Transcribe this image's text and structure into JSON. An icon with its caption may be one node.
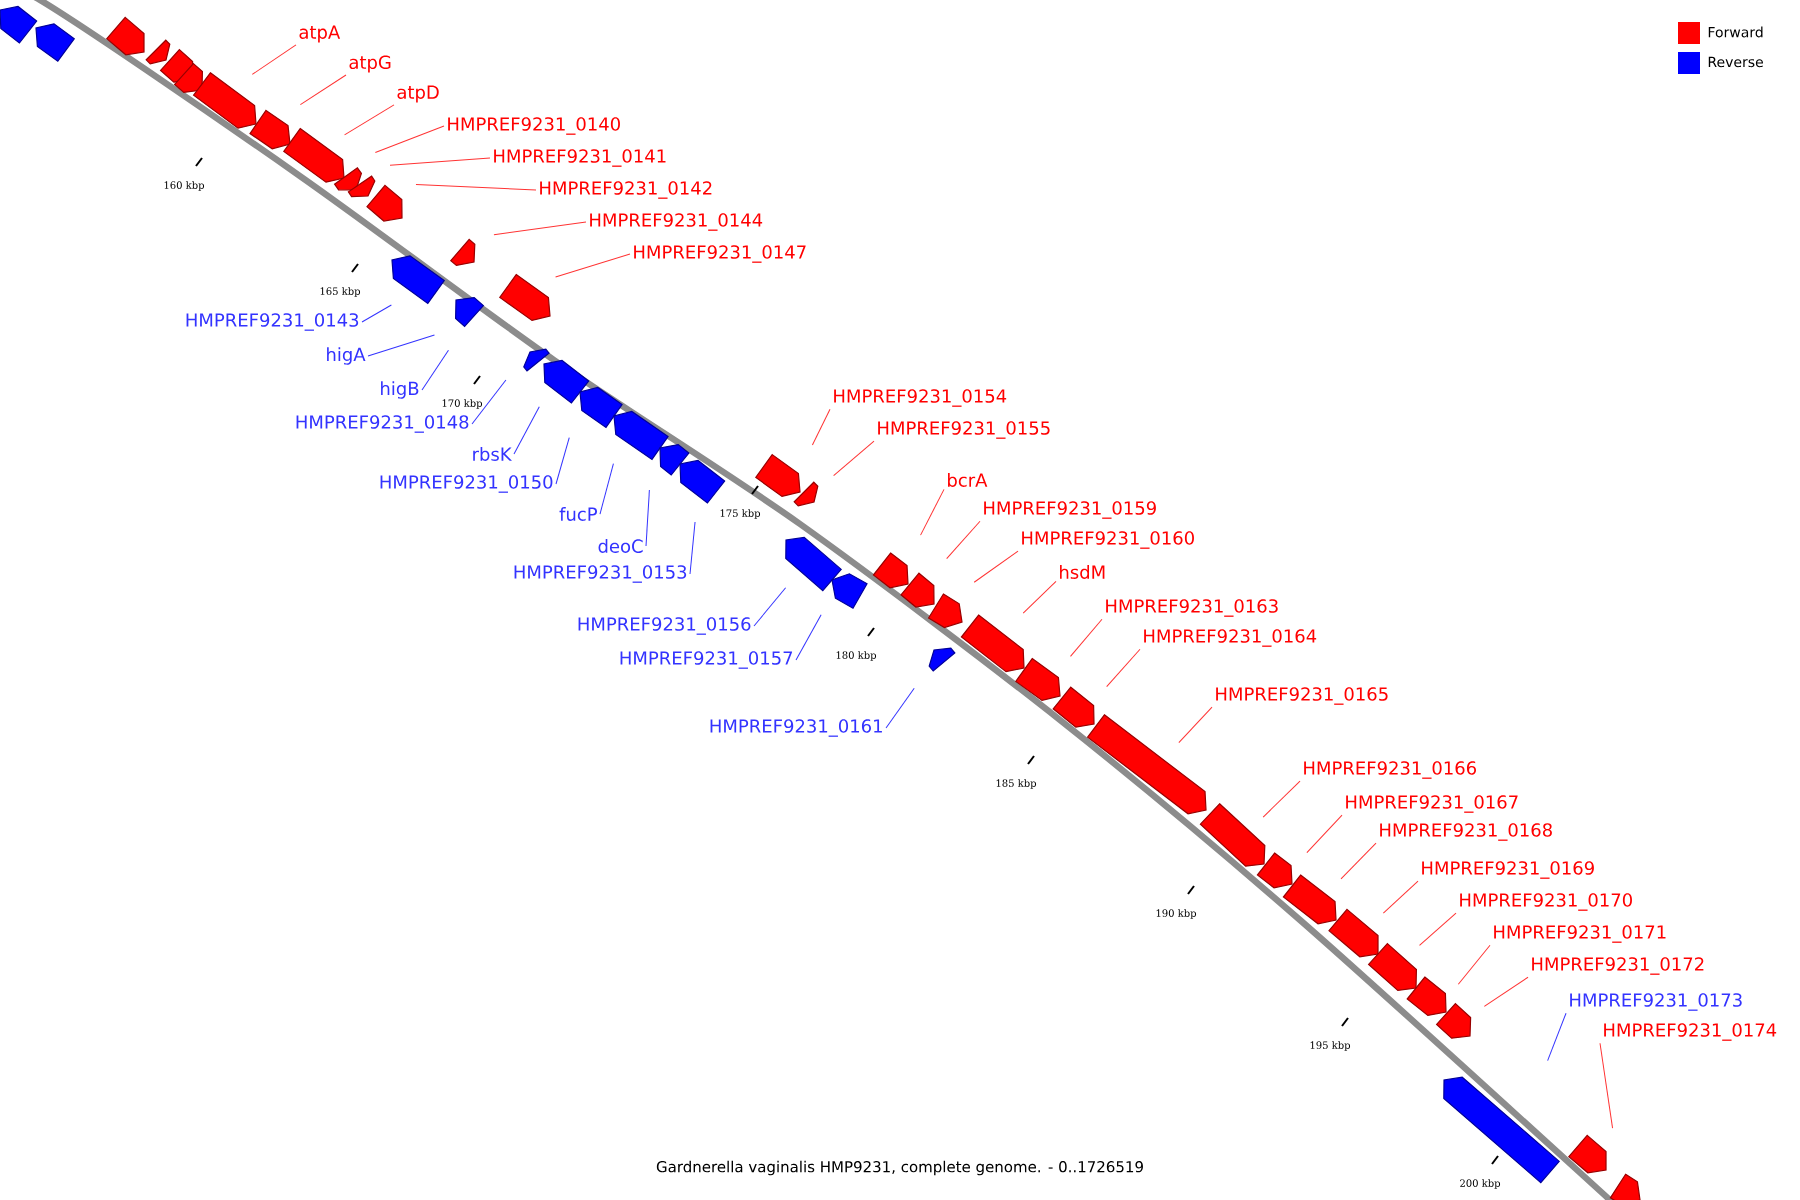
{
  "diagram": {
    "caption": "Gardnerella vaginalis HMP9231, complete genome. - 0..1726519",
    "nodes": [
      {
        "text": [
          "atpA"
        ]
      },
      {
        "text": [
          "atpG"
        ]
      },
      {
        "text": [
          "atpD"
        ]
      },
      {
        "text": [
          "HMPREF9231_0140"
        ]
      },
      {
        "text": [
          "HMPREF9231_0141"
        ]
      },
      {
        "text": [
          "HMPREF9231_0142"
        ]
      },
      {
        "text": [
          "HMPREF9231_0144"
        ]
      },
      {
        "text": [
          "HMPREF9231_0147"
        ]
      },
      {
        "text": [
          "HMPREF9231_0143"
        ]
      },
      {
        "text": [
          "higA"
        ]
      },
      {
        "text": [
          "higB"
        ]
      },
      {
        "text": [
          "HMPREF9231_0148"
        ]
      },
      {
        "text": [
          "rbsK"
        ]
      },
      {
        "text": [
          "HMPREF9231_0150"
        ]
      },
      {
        "text": [
          "fucP"
        ]
      },
      {
        "text": [
          "deoC"
        ]
      },
      {
        "text": [
          "HMPREF9231_0153"
        ]
      },
      {
        "text": [
          "HMPREF9231_0154"
        ]
      },
      {
        "text": [
          "HMPREF9231_0155"
        ]
      },
      {
        "text": [
          "bcrA"
        ]
      },
      {
        "text": [
          "HMPREF9231_0159"
        ]
      },
      {
        "text": [
          "HMPREF9231_0160"
        ]
      },
      {
        "text": [
          "hsdM"
        ]
      },
      {
        "text": [
          "HMPREF9231_0156"
        ]
      },
      {
        "text": [
          "HMPREF9231_0157"
        ]
      },
      {
        "text": [
          "HMPREF9231_0163"
        ]
      },
      {
        "text": [
          "HMPREF9231_0164"
        ]
      },
      {
        "text": [
          "HMPREF9231_0161"
        ]
      },
      {
        "text": [
          "HMPREF9231_0165"
        ]
      },
      {
        "text": [
          "HMPREF9231_0166"
        ]
      },
      {
        "text": [
          "HMPREF9231_0167"
        ]
      },
      {
        "text": [
          "HMPREF9231_0168"
        ]
      },
      {
        "text": [
          "HMPREF9231_0169"
        ]
      },
      {
        "text": [
          "HMPREF9231_0170"
        ]
      },
      {
        "text": [
          "HMPREF9231_0171"
        ]
      },
      {
        "text": [
          "HMPREF9231_0172"
        ]
      },
      {
        "text": [
          "HMPREF9231_0173"
        ]
      },
      {
        "text": [
          "HMPREF9231_0174"
        ]
      }
    ],
    "edges": [
      {
        "from": 0,
        "to": null,
        "arrow": "none"
      },
      {
        "from": 1,
        "to": null,
        "arrow": "none"
      },
      {
        "from": 2,
        "to": null,
        "arrow": "none"
      },
      {
        "from": 3,
        "to": null,
        "arrow": "none"
      },
      {
        "from": 4,
        "to": null,
        "arrow": "none"
      },
      {
        "from": 5,
        "to": null,
        "arrow": "none"
      },
      {
        "from": 6,
        "to": null,
        "arrow": "none"
      },
      {
        "from": 7,
        "to": null,
        "arrow": "none"
      },
      {
        "from": 8,
        "to": null,
        "arrow": "none",
        "color": "#3333ff"
      },
      {
        "from": 9,
        "to": null,
        "arrow": "none",
        "color": "#3333ff"
      },
      {
        "from": 10,
        "to": null,
        "arrow": "none",
        "color": "#3333ff"
      },
      {
        "from": 11,
        "to": null,
        "arrow": "none",
        "color": "#3333ff"
      },
      {
        "from": 12,
        "to": null,
        "arrow": "none",
        "color": "#3333ff"
      },
      {
        "from": 13,
        "to": null,
        "arrow": "none",
        "color": "#3333ff"
      },
      {
        "from": 14,
        "to": null,
        "arrow": "none",
        "color": "#3333ff"
      },
      {
        "from": 15,
        "to": null,
        "arrow": "none",
        "color": "#3333ff"
      },
      {
        "from": 16,
        "to": null,
        "arrow": "none",
        "color": "#3333ff"
      },
      {
        "from": 17,
        "to": null,
        "arrow": "none"
      },
      {
        "from": 18,
        "to": null,
        "arrow": "none"
      },
      {
        "from": 19,
        "to": null,
        "arrow": "none"
      },
      {
        "from": 20,
        "to": null,
        "arrow": "none"
      },
      {
        "from": 21,
        "to": null,
        "arrow": "none"
      },
      {
        "from": 22,
        "to": null,
        "arrow": "none"
      },
      {
        "from": 23,
        "to": null,
        "arrow": "none",
        "color": "#3333ff"
      },
      {
        "from": 24,
        "to": null,
        "arrow": "none",
        "color": "#3333ff"
      },
      {
        "from": 25,
        "to": null,
        "arrow": "none"
      },
      {
        "from": 26,
        "to": null,
        "arrow": "none"
      },
      {
        "from": 27,
        "to": null,
        "arrow": "none",
        "color": "#3333ff"
      },
      {
        "from": 28,
        "to": null,
        "arrow": "none"
      },
      {
        "from": 29,
        "to": null,
        "arrow": "none"
      },
      {
        "from": 30,
        "to": null,
        "arrow": "none"
      },
      {
        "from": 31,
        "to": null,
        "arrow": "none"
      },
      {
        "from": 32,
        "to": null,
        "arrow": "none"
      },
      {
        "from": 33,
        "to": null,
        "arrow": "none"
      },
      {
        "from": 34,
        "to": null,
        "arrow": "none"
      },
      {
        "from": 35,
        "to": null,
        "arrow": "none"
      },
      {
        "from": 36,
        "to": null,
        "arrow": "none",
        "color": "#3333ff"
      },
      {
        "from": 37,
        "to": null,
        "arrow": "none"
      }
    ],
    "labels": [
      "160 kbp",
      "165 kbp",
      "170 kbp",
      "175 kbp",
      "180 kbp",
      "185 kbp",
      "190 kbp",
      "195 kbp",
      "200 kbp"
    ],
    "legend": [
      {
        "text": "Forward",
        "color": "#ff0000"
      },
      {
        "text": "Reverse",
        "color": "#0000ff"
      }
    ]
  }
}
